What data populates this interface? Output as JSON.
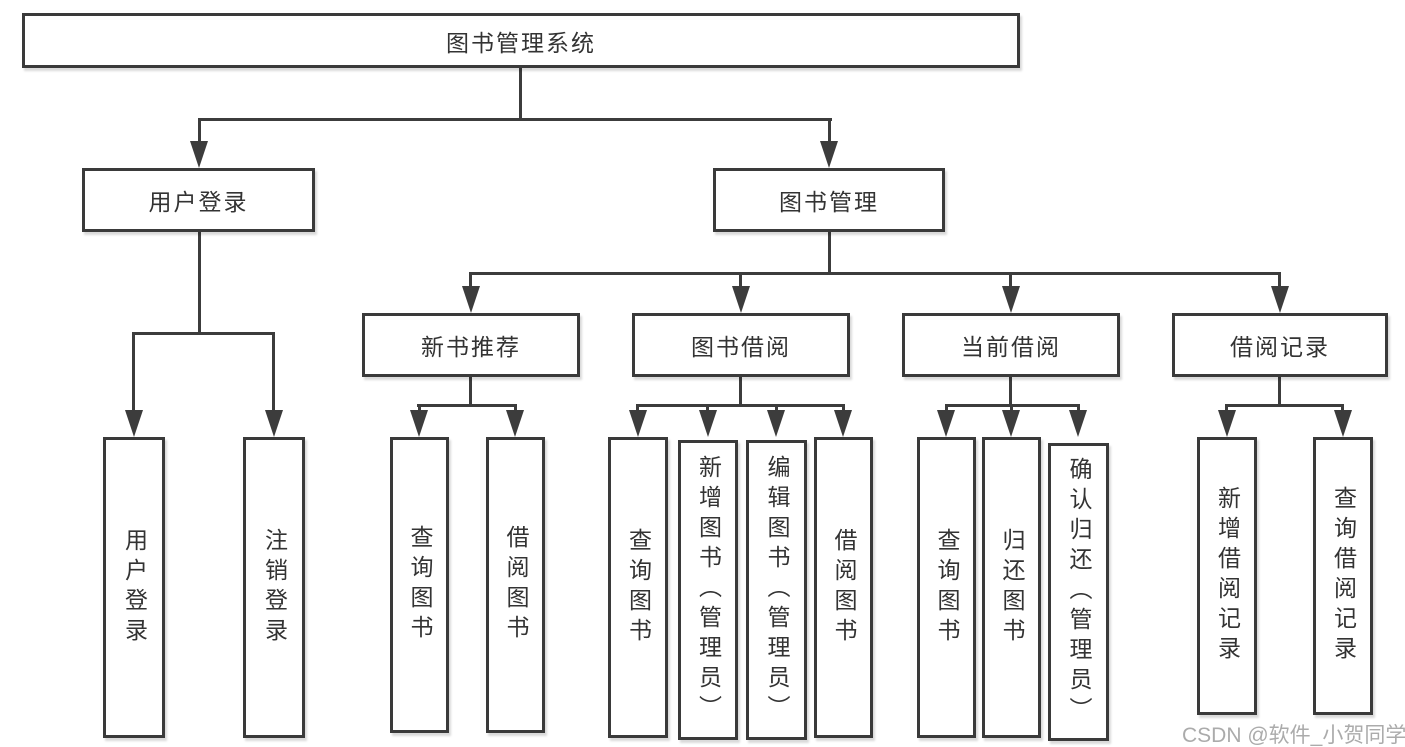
{
  "diagram": {
    "root": {
      "label": "图书管理系统"
    },
    "branches": [
      {
        "label": "用户登录",
        "children": [
          {
            "label": "用户登录"
          },
          {
            "label": "注销登录"
          }
        ]
      },
      {
        "label": "图书管理",
        "children": [
          {
            "label": "新书推荐",
            "children": [
              {
                "label": "查询图书"
              },
              {
                "label": "借阅图书"
              }
            ]
          },
          {
            "label": "图书借阅",
            "children": [
              {
                "label": "查询图书"
              },
              {
                "label": "新增图书（管理员）"
              },
              {
                "label": "编辑图书（管理员）"
              },
              {
                "label": "借阅图书"
              }
            ]
          },
          {
            "label": "当前借阅",
            "children": [
              {
                "label": "查询图书"
              },
              {
                "label": "归还图书"
              },
              {
                "label": "确认归还（管理员）"
              }
            ]
          },
          {
            "label": "借阅记录",
            "children": [
              {
                "label": "新增借阅记录"
              },
              {
                "label": "查询借阅记录"
              }
            ]
          }
        ]
      }
    ]
  },
  "watermark": "CSDN @软件_小贺同学",
  "colors": {
    "line": "#3c3c3c",
    "border": "#3a3a3a",
    "text": "#333333",
    "watermark": "#ababab"
  }
}
